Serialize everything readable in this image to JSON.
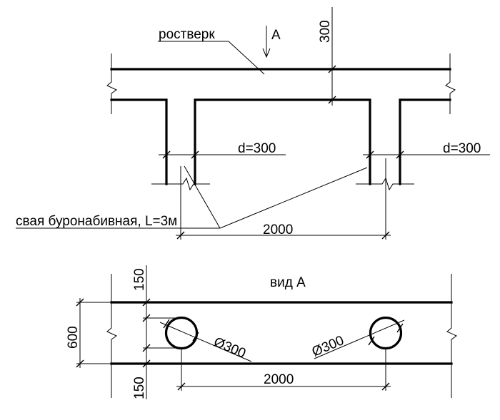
{
  "labels": {
    "grillage": "ростверк",
    "view_arrow": "А",
    "pile": "свая буронабивная, L=3м",
    "view_title": "вид А"
  },
  "dimensions": {
    "grillage_height": "300",
    "pile_diameter_left": "d=300",
    "pile_diameter_right": "d=300",
    "pile_spacing_section": "2000",
    "edge_top": "150",
    "width": "600",
    "edge_bottom": "150",
    "circle_left_diameter": "Ø300",
    "circle_right_diameter": "Ø300",
    "pile_spacing_plan": "2000"
  }
}
